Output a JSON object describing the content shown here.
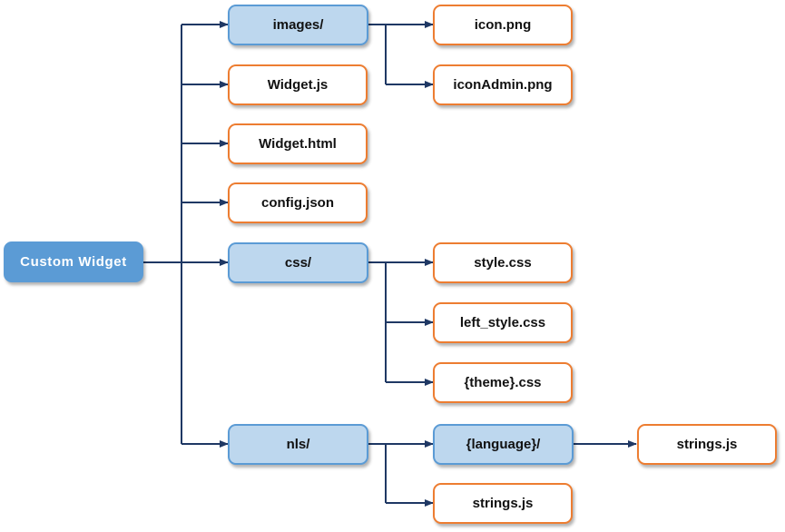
{
  "root": {
    "label": "Custom Widget"
  },
  "nodes": {
    "images": "images/",
    "icon": "icon.png",
    "icon_admin": "iconAdmin.png",
    "widget_js": "Widget.js",
    "widget_html": "Widget.html",
    "config_json": "config.json",
    "css": "css/",
    "style_css": "style.css",
    "left_style_css": "left_style.css",
    "theme_css": "{theme}.css",
    "nls": "nls/",
    "language": "{language}/",
    "language_strings_js": "strings.js",
    "nls_strings_js": "strings.js"
  },
  "colors": {
    "folder_fill": "#bdd7ee",
    "folder_border": "#5b9bd5",
    "file_border": "#ed7d31",
    "root_fill": "#5b9bd5",
    "connector": "#1f3864"
  }
}
